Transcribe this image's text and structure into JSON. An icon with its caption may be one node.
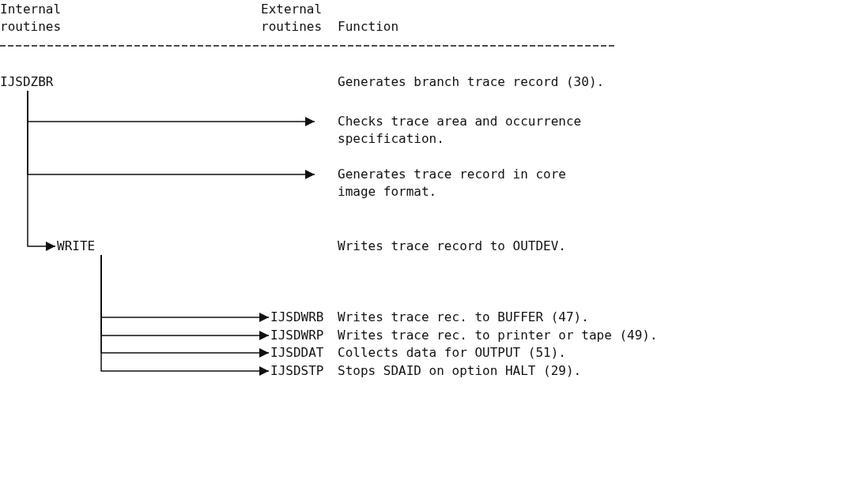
{
  "diagram": {
    "nodes": [
      {
        "text": [
          "IJSDZBR"
        ]
      },
      {
        "text": [
          "WRITE"
        ]
      },
      {
        "text": [
          "IJSDWRB"
        ],
        "beside": [
          "Writes trace rec. to BUFFER (47)."
        ]
      },
      {
        "text": [
          "IJSDWRP"
        ],
        "beside": [
          "Writes trace rec. to printer or tape (49)."
        ]
      },
      {
        "text": [
          "IJSDDAT"
        ],
        "beside": [
          "Collects data for OUTPUT (51)."
        ]
      },
      {
        "text": [
          "IJSDSTP"
        ],
        "beside": [
          "Stops SDAID on option HALT (29)."
        ]
      }
    ],
    "edges": [
      {
        "from": 0,
        "to": null,
        "arrow": "to"
      },
      {
        "from": 0,
        "to": null,
        "arrow": "to"
      },
      {
        "from": 0,
        "to": 1,
        "arrow": "to"
      },
      {
        "from": 1,
        "to": 2,
        "arrow": "to"
      },
      {
        "from": 1,
        "to": 3,
        "arrow": "to"
      },
      {
        "from": 1,
        "to": 4,
        "arrow": "to"
      },
      {
        "from": 1,
        "to": 5,
        "arrow": "to"
      }
    ],
    "labels": [
      "Internal routines",
      "External routines",
      "Function",
      "Generates branch trace record (30).",
      "Checks trace area and occurrence specification.",
      "Generates trace record in core image format.",
      "Writes trace record to OUTDEV."
    ]
  }
}
